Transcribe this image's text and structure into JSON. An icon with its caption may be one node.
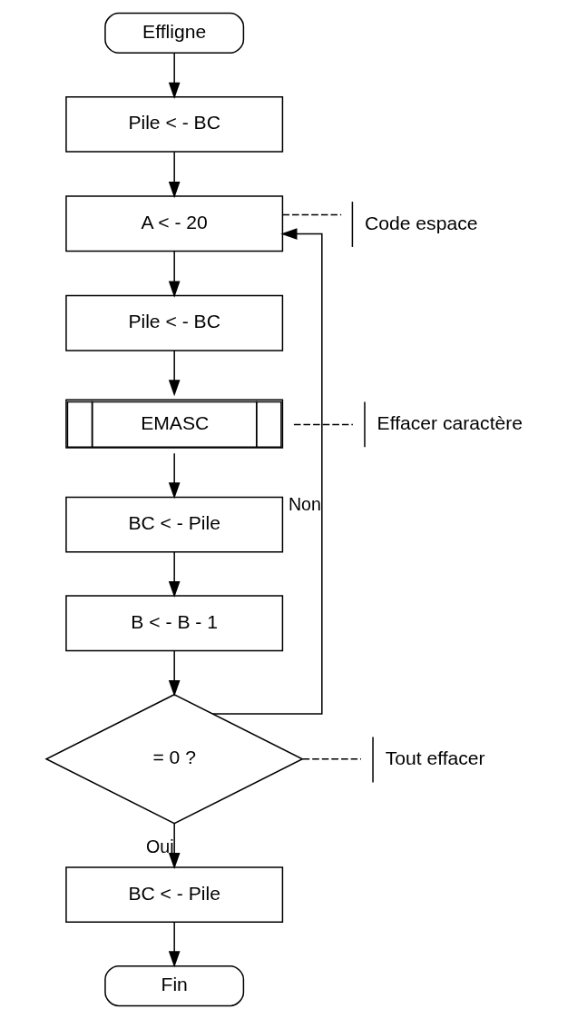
{
  "diagram": {
    "nodes": [
      {
        "text": [
          "Effligne"
        ]
      },
      {
        "text": [
          "Pile < - BC"
        ]
      },
      {
        "text": [
          "A < - 20"
        ]
      },
      {
        "text": [
          "Code espace"
        ]
      },
      {
        "text": [
          "Pile < - BC"
        ]
      },
      {
        "text": [
          "EMASC"
        ]
      },
      {
        "text": [
          "Effacer caractère"
        ]
      },
      {
        "text": [
          "BC < - Pile"
        ]
      },
      {
        "text": [
          "B < - B - 1"
        ]
      },
      {
        "text": [
          "= 0 ?"
        ]
      },
      {
        "text": [
          "Tout effacer"
        ]
      },
      {
        "text": [
          "BC < - Pile"
        ]
      },
      {
        "text": [
          "Fin"
        ]
      }
    ],
    "edges": [
      {
        "from": 0,
        "to": 1,
        "arrow": "to"
      },
      {
        "from": 1,
        "to": 2,
        "arrow": "to"
      },
      {
        "from": 2,
        "to": 3,
        "arrow": "none",
        "style": "dashed"
      },
      {
        "from": 2,
        "to": 4,
        "arrow": "to"
      },
      {
        "from": 4,
        "to": 5,
        "arrow": "to"
      },
      {
        "from": 5,
        "to": 6,
        "arrow": "none",
        "style": "dashed"
      },
      {
        "from": 5,
        "to": 7,
        "arrow": "to"
      },
      {
        "from": 7,
        "to": 8,
        "arrow": "to"
      },
      {
        "from": 8,
        "to": 9,
        "arrow": "to"
      },
      {
        "from": 9,
        "to": 2,
        "arrow": "to",
        "label": "Non"
      },
      {
        "from": 9,
        "to": 10,
        "arrow": "none",
        "style": "dashed"
      },
      {
        "from": 9,
        "to": 11,
        "arrow": "to",
        "label": "Oui"
      },
      {
        "from": 11,
        "to": 12,
        "arrow": "to"
      }
    ]
  }
}
